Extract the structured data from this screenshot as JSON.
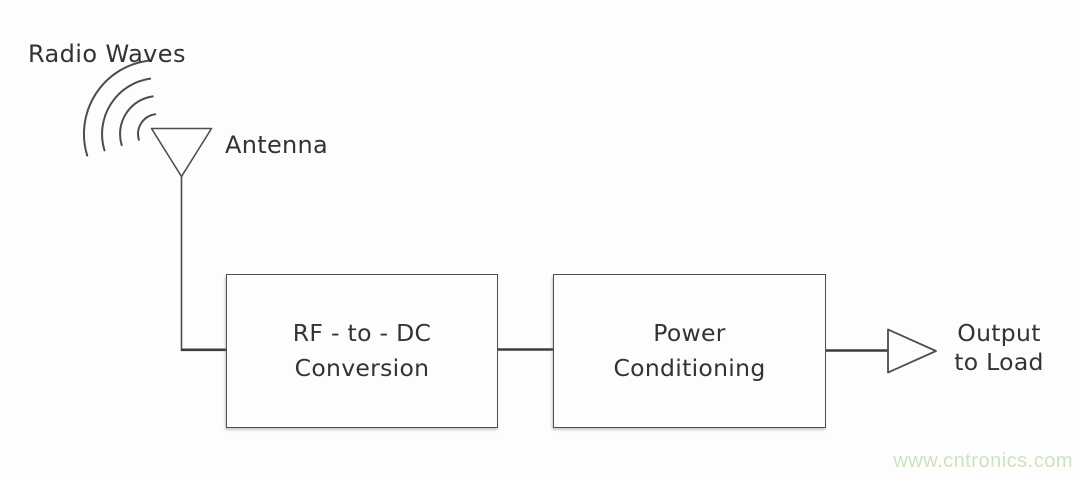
{
  "diagram": {
    "radio_waves_label": "Radio Waves",
    "antenna_label": "Antenna",
    "blocks": [
      {
        "id": "rf-to-dc-conversion",
        "line1": "RF - to - DC",
        "line2": "Conversion"
      },
      {
        "id": "power-conditioning",
        "line1": "Power",
        "line2": "Conditioning"
      }
    ],
    "output": {
      "line1": "Output",
      "line2": "to Load"
    },
    "icons": {
      "radio_waves": "concentric-arcs",
      "antenna": "downward-triangle",
      "output_arrow": "right-pointing-triangle"
    },
    "colors": {
      "stroke": "#4d4d4d",
      "connector": "#3d3d3d",
      "text": "#333333",
      "watermark": "#cde3c0",
      "background": "#fdfdfd"
    }
  },
  "watermark": {
    "text": "www.cntronics.com"
  }
}
